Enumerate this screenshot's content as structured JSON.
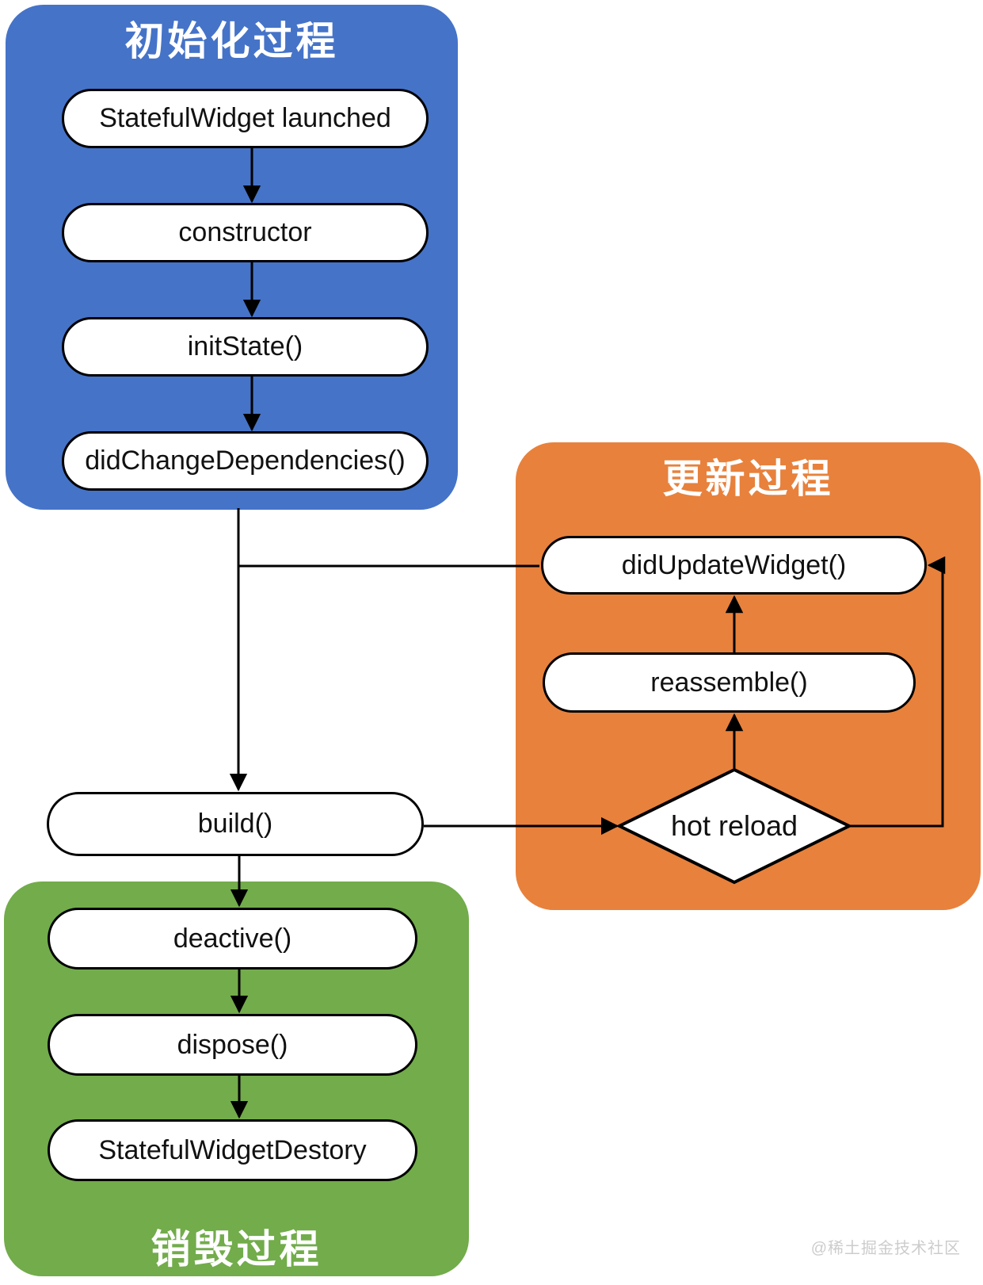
{
  "diagram": {
    "watermark": {
      "text": "@稀土掘金技术社区",
      "color": "#cccccc"
    },
    "groups": {
      "init": {
        "title": "初始化过程",
        "color": "#4573C8"
      },
      "update": {
        "title": "更新过程",
        "color": "#E8813C"
      },
      "destroy": {
        "title": "销毁过程",
        "color": "#72AC4B"
      }
    },
    "nodes": {
      "stateful_widget_launched": {
        "label": "StatefulWidget launched",
        "shape": "pill",
        "group": "init"
      },
      "constructor": {
        "label": "constructor",
        "shape": "pill",
        "group": "init"
      },
      "init_state": {
        "label": "initState()",
        "shape": "pill",
        "group": "init"
      },
      "did_change_dependencies": {
        "label": "didChangeDependencies()",
        "shape": "pill",
        "group": "init"
      },
      "did_update_widget": {
        "label": "didUpdateWidget()",
        "shape": "pill",
        "group": "update"
      },
      "reassemble": {
        "label": "reassemble()",
        "shape": "pill",
        "group": "update"
      },
      "hot_reload": {
        "label": "hot reload",
        "shape": "diamond",
        "group": "update"
      },
      "build": {
        "label": "build()",
        "shape": "pill",
        "group": null
      },
      "deactive": {
        "label": "deactive()",
        "shape": "pill",
        "group": "destroy"
      },
      "dispose": {
        "label": "dispose()",
        "shape": "pill",
        "group": "destroy"
      },
      "stateful_widget_destory": {
        "label": "StatefulWidgetDestory",
        "shape": "pill",
        "group": "destroy"
      }
    },
    "edges": [
      {
        "from": "stateful_widget_launched",
        "to": "constructor"
      },
      {
        "from": "constructor",
        "to": "init_state"
      },
      {
        "from": "init_state",
        "to": "did_change_dependencies"
      },
      {
        "from": "did_change_dependencies",
        "to": "build"
      },
      {
        "from": "did_update_widget",
        "to": "build"
      },
      {
        "from": "build",
        "to": "hot_reload"
      },
      {
        "from": "hot_reload",
        "to": "reassemble"
      },
      {
        "from": "reassemble",
        "to": "did_update_widget"
      },
      {
        "from": "hot_reload",
        "to": "did_update_widget"
      },
      {
        "from": "build",
        "to": "deactive"
      },
      {
        "from": "deactive",
        "to": "dispose"
      },
      {
        "from": "dispose",
        "to": "stateful_widget_destory"
      }
    ]
  }
}
